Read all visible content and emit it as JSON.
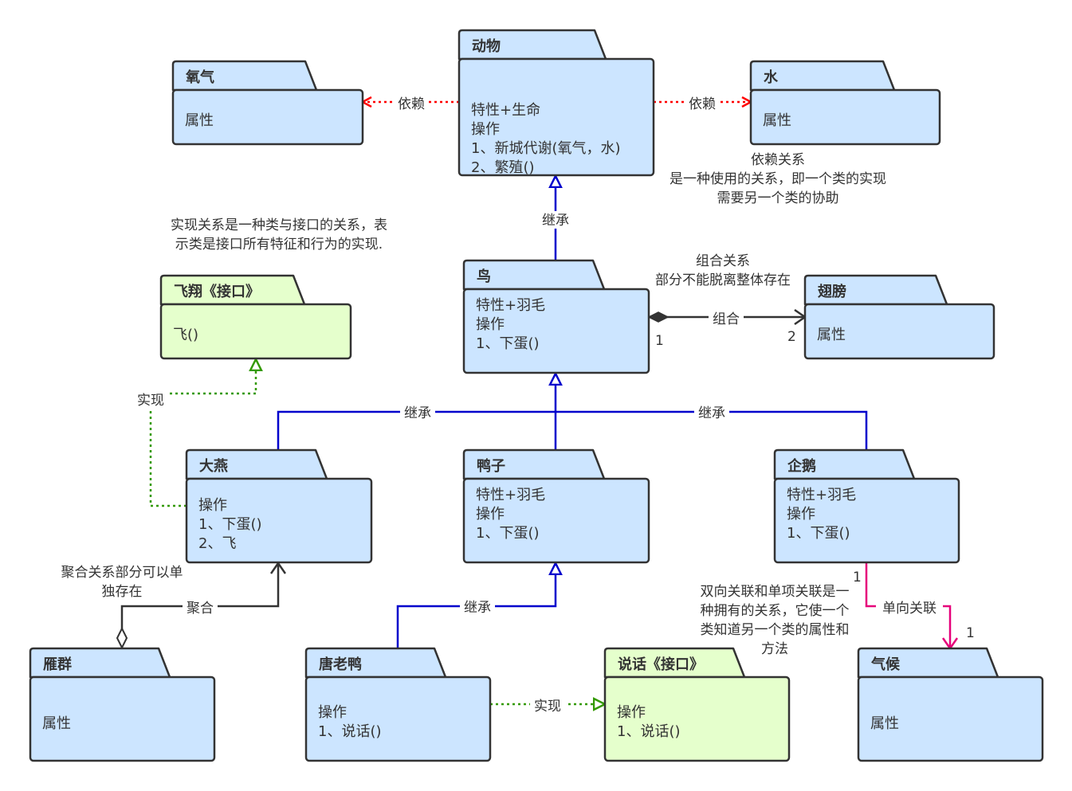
{
  "packages": {
    "animal": {
      "name": "动物",
      "lines": [
        "特性+生命",
        "操作",
        "1、新城代谢(氧气，水)",
        "2、繁殖()"
      ]
    },
    "oxygen": {
      "name": "氧气",
      "lines": [
        "属性"
      ]
    },
    "water": {
      "name": "水",
      "lines": [
        "属性"
      ]
    },
    "bird": {
      "name": "鸟",
      "lines": [
        "特性+羽毛",
        "操作",
        "1、下蛋()"
      ]
    },
    "wing": {
      "name": "翅膀",
      "lines": [
        "属性"
      ]
    },
    "fly": {
      "name": "飞翔《接口》",
      "lines": [
        "飞()"
      ]
    },
    "swallow": {
      "name": "大燕",
      "lines": [
        "操作",
        "1、下蛋()",
        "2、飞"
      ]
    },
    "duck": {
      "name": "鸭子",
      "lines": [
        "特性+羽毛",
        "操作",
        "1、下蛋()"
      ]
    },
    "penguin": {
      "name": "企鹅",
      "lines": [
        "特性+羽毛",
        "操作",
        "1、下蛋()"
      ]
    },
    "geese": {
      "name": "雁群",
      "lines": [
        "属性"
      ]
    },
    "tangduck": {
      "name": "唐老鸭",
      "lines": [
        "操作",
        "1、说话()"
      ]
    },
    "speak": {
      "name": "说话《接口》",
      "lines": [
        "操作",
        "1、说话()"
      ]
    },
    "climate": {
      "name": "气候",
      "lines": [
        "属性"
      ]
    }
  },
  "edges": {
    "dep_oxygen": "依赖",
    "dep_water": "依赖",
    "inherit_bird": "继承",
    "compose": "组合",
    "inherit_left": "继承",
    "inherit_right": "继承",
    "realize_fly": "实现",
    "aggregate": "聚合",
    "inherit_tang": "继承",
    "realize_speak": "实现",
    "assoc": "单向关联"
  },
  "multiplicity": {
    "compose_from": "1",
    "compose_to": "2",
    "assoc_from": "1",
    "assoc_to": "1"
  },
  "notes": {
    "dependency": [
      "依赖关系",
      "是一种使用的关系，即一个类的实现",
      "需要另一个类的协助"
    ],
    "realization": [
      "实现关系是一种类与接口的关系，表",
      "示类是接口所有特征和行为的实现."
    ],
    "composition": [
      "组合关系",
      "部分不能脱离整体存在"
    ],
    "aggregation": [
      "聚合关系部分可以单",
      "独存在"
    ],
    "association": [
      "双向关联和单项关联是一",
      "种拥有的关系，它使一个",
      "类知道另一个类的属性和",
      "方法"
    ]
  },
  "colors": {
    "class_fill": "#cce5ff",
    "interface_fill": "#e5ffcc",
    "stroke": "#333333",
    "dependency": "#ff0000",
    "inheritance": "#0000cc",
    "realization": "#339900",
    "association": "#e6007a",
    "composition": "#333333"
  }
}
